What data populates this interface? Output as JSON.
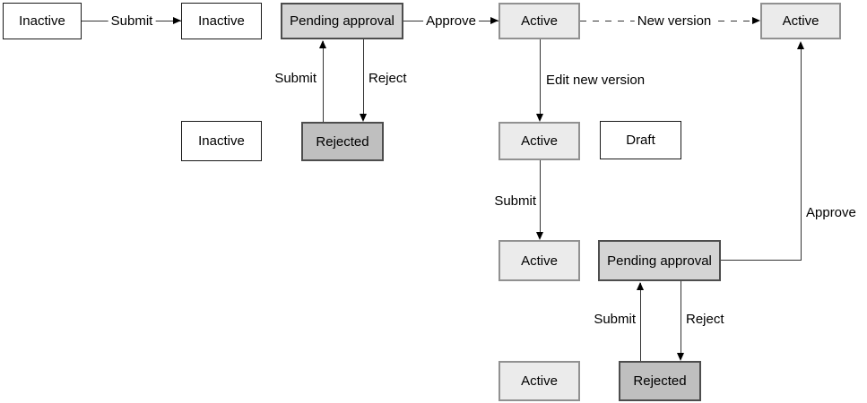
{
  "diagram": {
    "type": "state-transition-flowchart",
    "nodes": [
      {
        "label": "Inactive",
        "variant": "white"
      },
      {
        "label": "Inactive",
        "variant": "white"
      },
      {
        "label": "Pending approval",
        "variant": "mid"
      },
      {
        "label": "Active",
        "variant": "light"
      },
      {
        "label": "Active",
        "variant": "light"
      },
      {
        "label": "Inactive",
        "variant": "white"
      },
      {
        "label": "Rejected",
        "variant": "dark"
      },
      {
        "label": "Active",
        "variant": "light"
      },
      {
        "label": "Draft",
        "variant": "white"
      },
      {
        "label": "Active",
        "variant": "light"
      },
      {
        "label": "Pending approval",
        "variant": "mid"
      },
      {
        "label": "Active",
        "variant": "light"
      },
      {
        "label": "Rejected",
        "variant": "dark"
      }
    ],
    "edges": [
      {
        "label": "Submit",
        "from": "Inactive",
        "to": "Inactive",
        "style": "solid"
      },
      {
        "label": "Approve",
        "from": "Pending approval",
        "to": "Active",
        "style": "solid"
      },
      {
        "label": "New version",
        "from": "Active",
        "to": "Active",
        "style": "dashed"
      },
      {
        "label": "Submit",
        "from": "Rejected",
        "to": "Pending approval",
        "style": "solid"
      },
      {
        "label": "Reject",
        "from": "Pending approval",
        "to": "Rejected",
        "style": "solid"
      },
      {
        "label": "Edit new version",
        "from": "Active",
        "to": "Active",
        "style": "solid"
      },
      {
        "label": "Submit",
        "from": "Active",
        "to": "Active",
        "style": "solid"
      },
      {
        "label": "Approve",
        "from": "Pending approval",
        "to": "Active",
        "style": "solid"
      },
      {
        "label": "Submit",
        "from": "Rejected",
        "to": "Pending approval",
        "style": "solid"
      },
      {
        "label": "Reject",
        "from": "Pending approval",
        "to": "Rejected",
        "style": "solid"
      }
    ],
    "colors": {
      "node_white": "#ffffff",
      "node_light": "#ebebeb",
      "node_mid": "#d4d4d4",
      "node_dark": "#bfbfbf",
      "border_white_box": "#1a1a1a",
      "border_light_box": "#919191",
      "border_filled_box": "#4d4d4d",
      "line": "#333333",
      "arrowhead": "#000000",
      "text": "#000000",
      "background": "#ffffff"
    }
  }
}
